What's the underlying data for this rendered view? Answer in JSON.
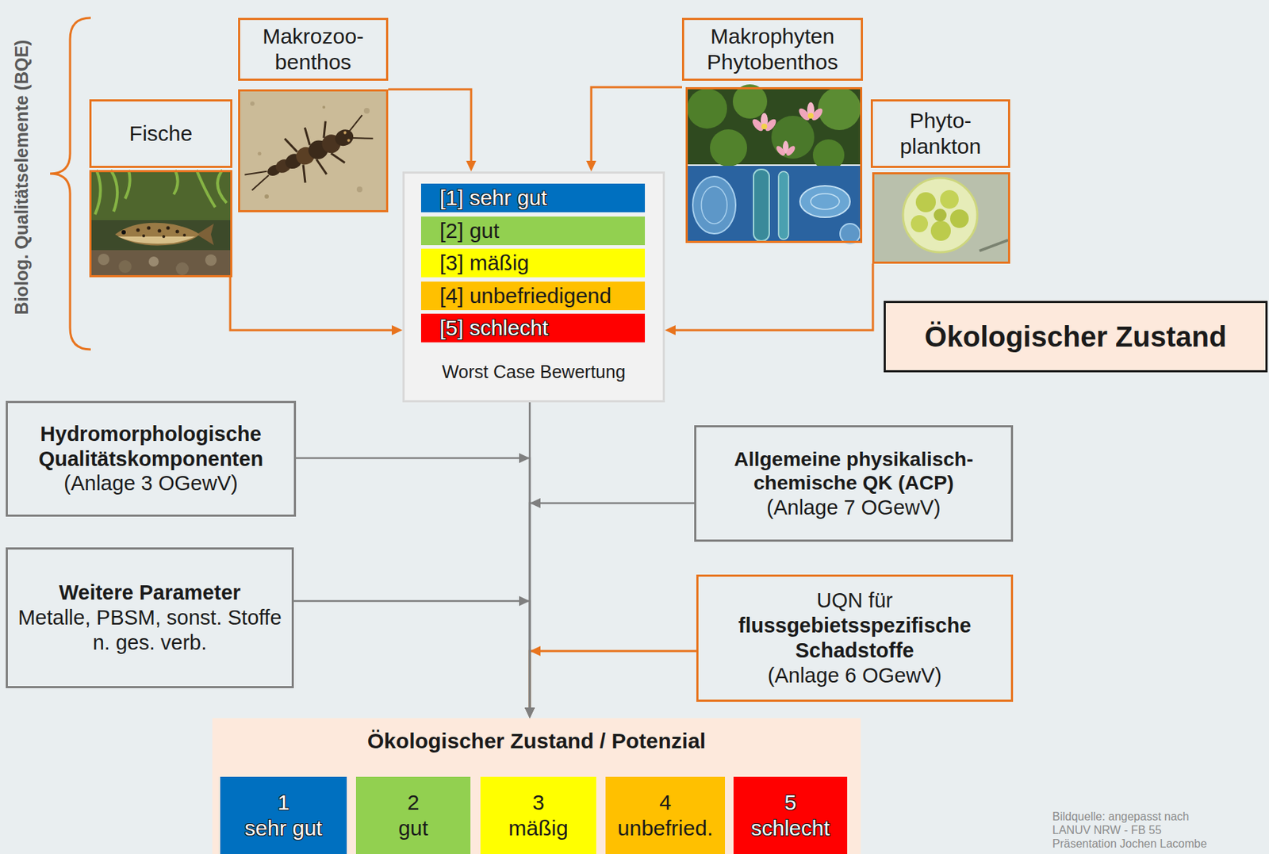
{
  "diagram": {
    "nodes": [
      {
        "text": [
          "Fische"
        ]
      },
      {
        "text": [
          "Makrozoo- benthos"
        ]
      },
      {
        "text": [
          "Makrophyten Phytobenthos"
        ]
      },
      {
        "text": [
          "Phyto- plankton"
        ]
      },
      {
        "text": [
          "Worst Case Bewertung"
        ]
      },
      {
        "text": [
          "[1] sehr gut"
        ],
        "in": 4
      },
      {
        "text": [
          "[2] gut"
        ],
        "in": 4
      },
      {
        "text": [
          "[3] mäßig"
        ],
        "in": 4
      },
      {
        "text": [
          "[4] unbefriedigend"
        ],
        "in": 4
      },
      {
        "text": [
          "[5] schlecht"
        ],
        "in": 4
      },
      {
        "text": [
          "Ökologischer Zustand"
        ]
      },
      {
        "text": [
          "Hydromorphologische Qualitätskomponenten",
          "(Anlage 3 OGewV)"
        ]
      },
      {
        "text": [
          "Allgemeine physikalisch-chemische QK (ACP)",
          "(Anlage 7 OGewV)"
        ]
      },
      {
        "text": [
          "Weitere Parameter",
          "Metalle, PBSM, sonst. Stoffe n. ges. verb."
        ]
      },
      {
        "text": [
          "UQN für",
          "flussgebietsspezifische Schadstoffe",
          "(Anlage 6 OGewV)"
        ]
      },
      {
        "text": [
          "Ökologischer Zustand / Potenzial"
        ]
      },
      {
        "text": [
          "1",
          "sehr gut"
        ],
        "in": 15
      },
      {
        "text": [
          "2",
          "gut"
        ],
        "in": 15
      },
      {
        "text": [
          "3",
          "mäßig"
        ],
        "in": 15
      },
      {
        "text": [
          "4",
          "unbefried."
        ],
        "in": 15
      },
      {
        "text": [
          "5",
          "schlecht"
        ],
        "in": 15
      }
    ],
    "edges": [
      {
        "from": 0,
        "to": 4,
        "arrow": "to"
      },
      {
        "from": 1,
        "to": 4,
        "arrow": "to"
      },
      {
        "from": 2,
        "to": 4,
        "arrow": "to"
      },
      {
        "from": 3,
        "to": 4,
        "arrow": "to"
      },
      {
        "from": 4,
        "to": 15,
        "arrow": "to"
      },
      {
        "from": 11,
        "to": 15,
        "arrow": "to"
      },
      {
        "from": 12,
        "to": 15,
        "arrow": "to"
      },
      {
        "from": 13,
        "to": 15,
        "arrow": "to"
      },
      {
        "from": 14,
        "to": 15,
        "arrow": "to"
      }
    ],
    "labels": [
      "Biolog. Qualitätselemente (BQE)",
      "Bildquelle: angepasst nach LANUV NRW - FB 55 Präsentation Jochen Lacombe"
    ]
  }
}
